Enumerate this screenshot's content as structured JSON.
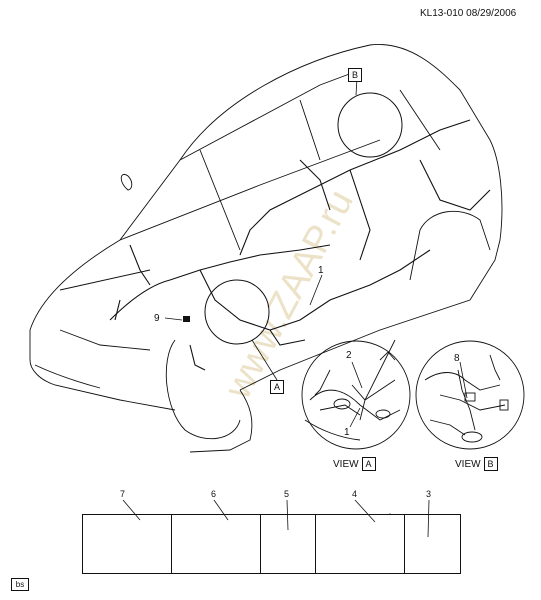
{
  "header": {
    "diagram_id": "KL13-010",
    "date": "08/29/2006"
  },
  "callouts": {
    "c1_main": "1",
    "c9": "9",
    "c2_view": "2",
    "c1_view": "1",
    "c8_view": "8"
  },
  "detail_labels": {
    "a": "A",
    "b": "B"
  },
  "views": [
    {
      "prefix": "VIEW",
      "letter": "A"
    },
    {
      "prefix": "VIEW",
      "letter": "B"
    }
  ],
  "parts_table": {
    "column_numbers": [
      "7",
      "6",
      "5",
      "4",
      "3"
    ]
  },
  "footer": {
    "code": "bs"
  },
  "watermark_text": "www.ZAAP.ru",
  "colors": {
    "line": "#111111",
    "watermark": "#ece2c8",
    "background": "#ffffff"
  },
  "icons": [
    "car-outline-icon",
    "wiring-harness-icon",
    "cable-tie-icon",
    "clip-icon"
  ]
}
